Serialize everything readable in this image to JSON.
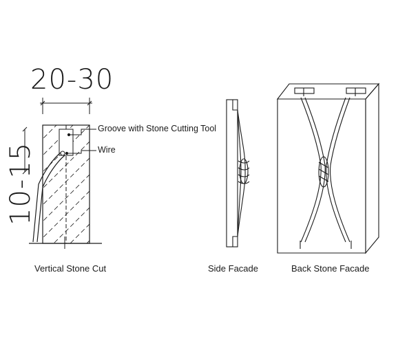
{
  "vertical_cut": {
    "dim_top": "20-30",
    "dim_side": "10-15",
    "groove_label": "Groove with Stone Cutting Tool",
    "wire_label": "Wire",
    "caption": "Vertical Stone Cut"
  },
  "side_facade": {
    "caption": "Side Facade"
  },
  "back_facade": {
    "caption": "Back Stone Facade"
  },
  "colors": {
    "line": "#1a1a1a",
    "background": "#ffffff"
  }
}
